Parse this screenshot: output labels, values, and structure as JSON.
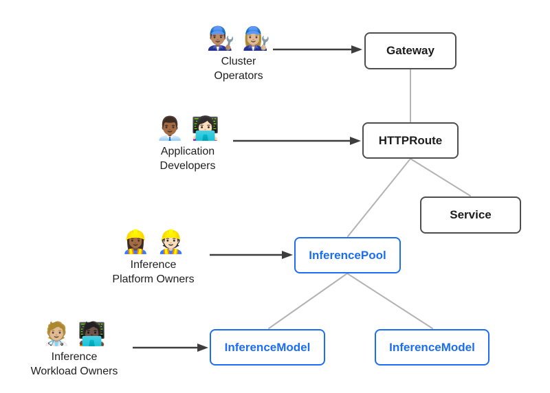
{
  "colors": {
    "background": "#ffffff",
    "box_border_dark": "#4d4d4d",
    "box_text_dark": "#1c1c1c",
    "accent_blue": "#1b6ef3",
    "connector_gray": "#b3b3b3",
    "arrow_dark": "#3d3d3d",
    "label_text": "#202020"
  },
  "personas": [
    {
      "emojis": "👨🏽‍🔧 👩🏼‍🔧",
      "label_lines": [
        "Cluster",
        "Operators"
      ],
      "points_to": "Gateway"
    },
    {
      "emojis": "👨🏾‍💼 👩🏻‍💻",
      "label_lines": [
        "Application",
        "Developers"
      ],
      "points_to": "HTTPRoute"
    },
    {
      "emojis": "👷🏾‍♀️ 👷🏻",
      "label_lines": [
        "Inference",
        "Platform Owners"
      ],
      "points_to": "InferencePool"
    },
    {
      "emojis": "🧑🏼‍⚕️ 🧑🏿‍💻",
      "label_lines": [
        "Inference",
        "Workload Owners"
      ],
      "points_to": "InferenceModel"
    }
  ],
  "resources": [
    {
      "label": "Gateway",
      "style": "dark"
    },
    {
      "label": "HTTPRoute",
      "style": "dark"
    },
    {
      "label": "Service",
      "style": "dark"
    },
    {
      "label": "InferencePool",
      "style": "blue"
    },
    {
      "label": "InferenceModel",
      "style": "blue"
    },
    {
      "label": "InferenceModel",
      "style": "blue"
    }
  ]
}
